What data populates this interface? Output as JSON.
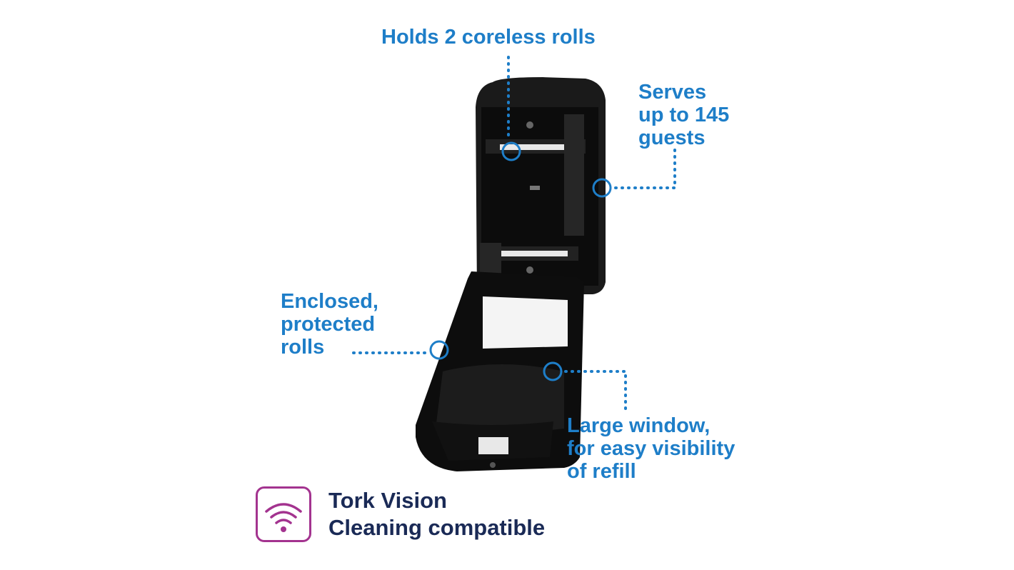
{
  "callouts": {
    "holds": "Holds 2 coreless rolls",
    "serves": "Serves\nup to 145\nguests",
    "enclosed": "Enclosed,\nprotected\nrolls",
    "window": "Large window,\nfor easy visibility\nof refill"
  },
  "badge": {
    "line1": "Tork Vision",
    "line2": "Cleaning compatible",
    "icon": "wifi-signal-icon"
  },
  "colors": {
    "callout": "#1e7ec8",
    "badge_border": "#a3338f",
    "badge_text": "#1a2a56",
    "dispenser": "#141414"
  }
}
